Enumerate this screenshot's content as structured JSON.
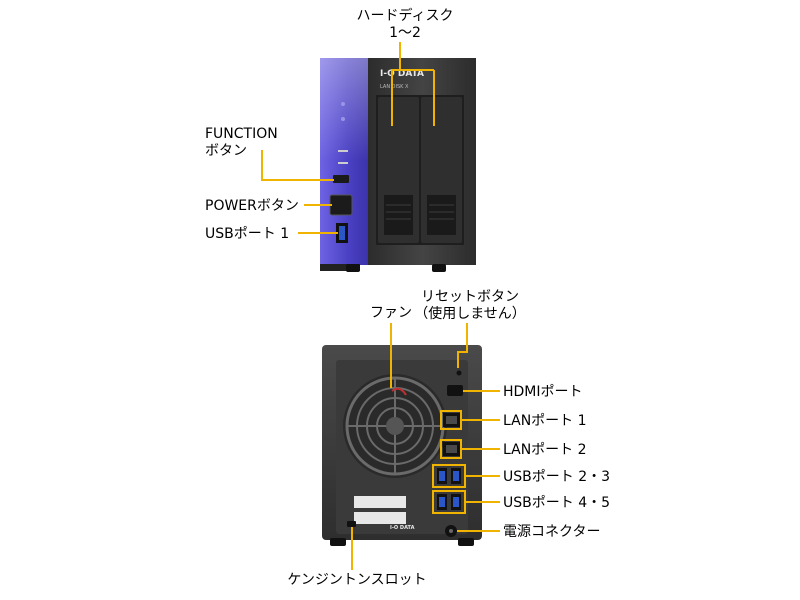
{
  "front": {
    "brand": "I-O DATA",
    "model": "LAN DISK X",
    "labels": {
      "hdd_line1": "ハードディスク",
      "hdd_line2": "1〜2",
      "function_line1": "FUNCTION",
      "function_line2": "ボタン",
      "power": "POWERボタン",
      "usb1": "USBポート 1"
    }
  },
  "rear": {
    "brand": "I-O DATA",
    "labels": {
      "fan": "ファン",
      "reset_line1": "リセットボタン",
      "reset_line2": "（使用しません）",
      "hdmi": "HDMIポート",
      "lan1": "LANポート 1",
      "lan2": "LANポート 2",
      "usb23": "USBポート 2・3",
      "usb45": "USBポート 4・5",
      "power_connector": "電源コネクター",
      "kensington": "ケンジントンスロット"
    }
  },
  "colors": {
    "callout": "#f0b400",
    "front_panel": "#5a4fd0",
    "body": "#3a3a3a",
    "usb_port": "#2a56c8"
  }
}
